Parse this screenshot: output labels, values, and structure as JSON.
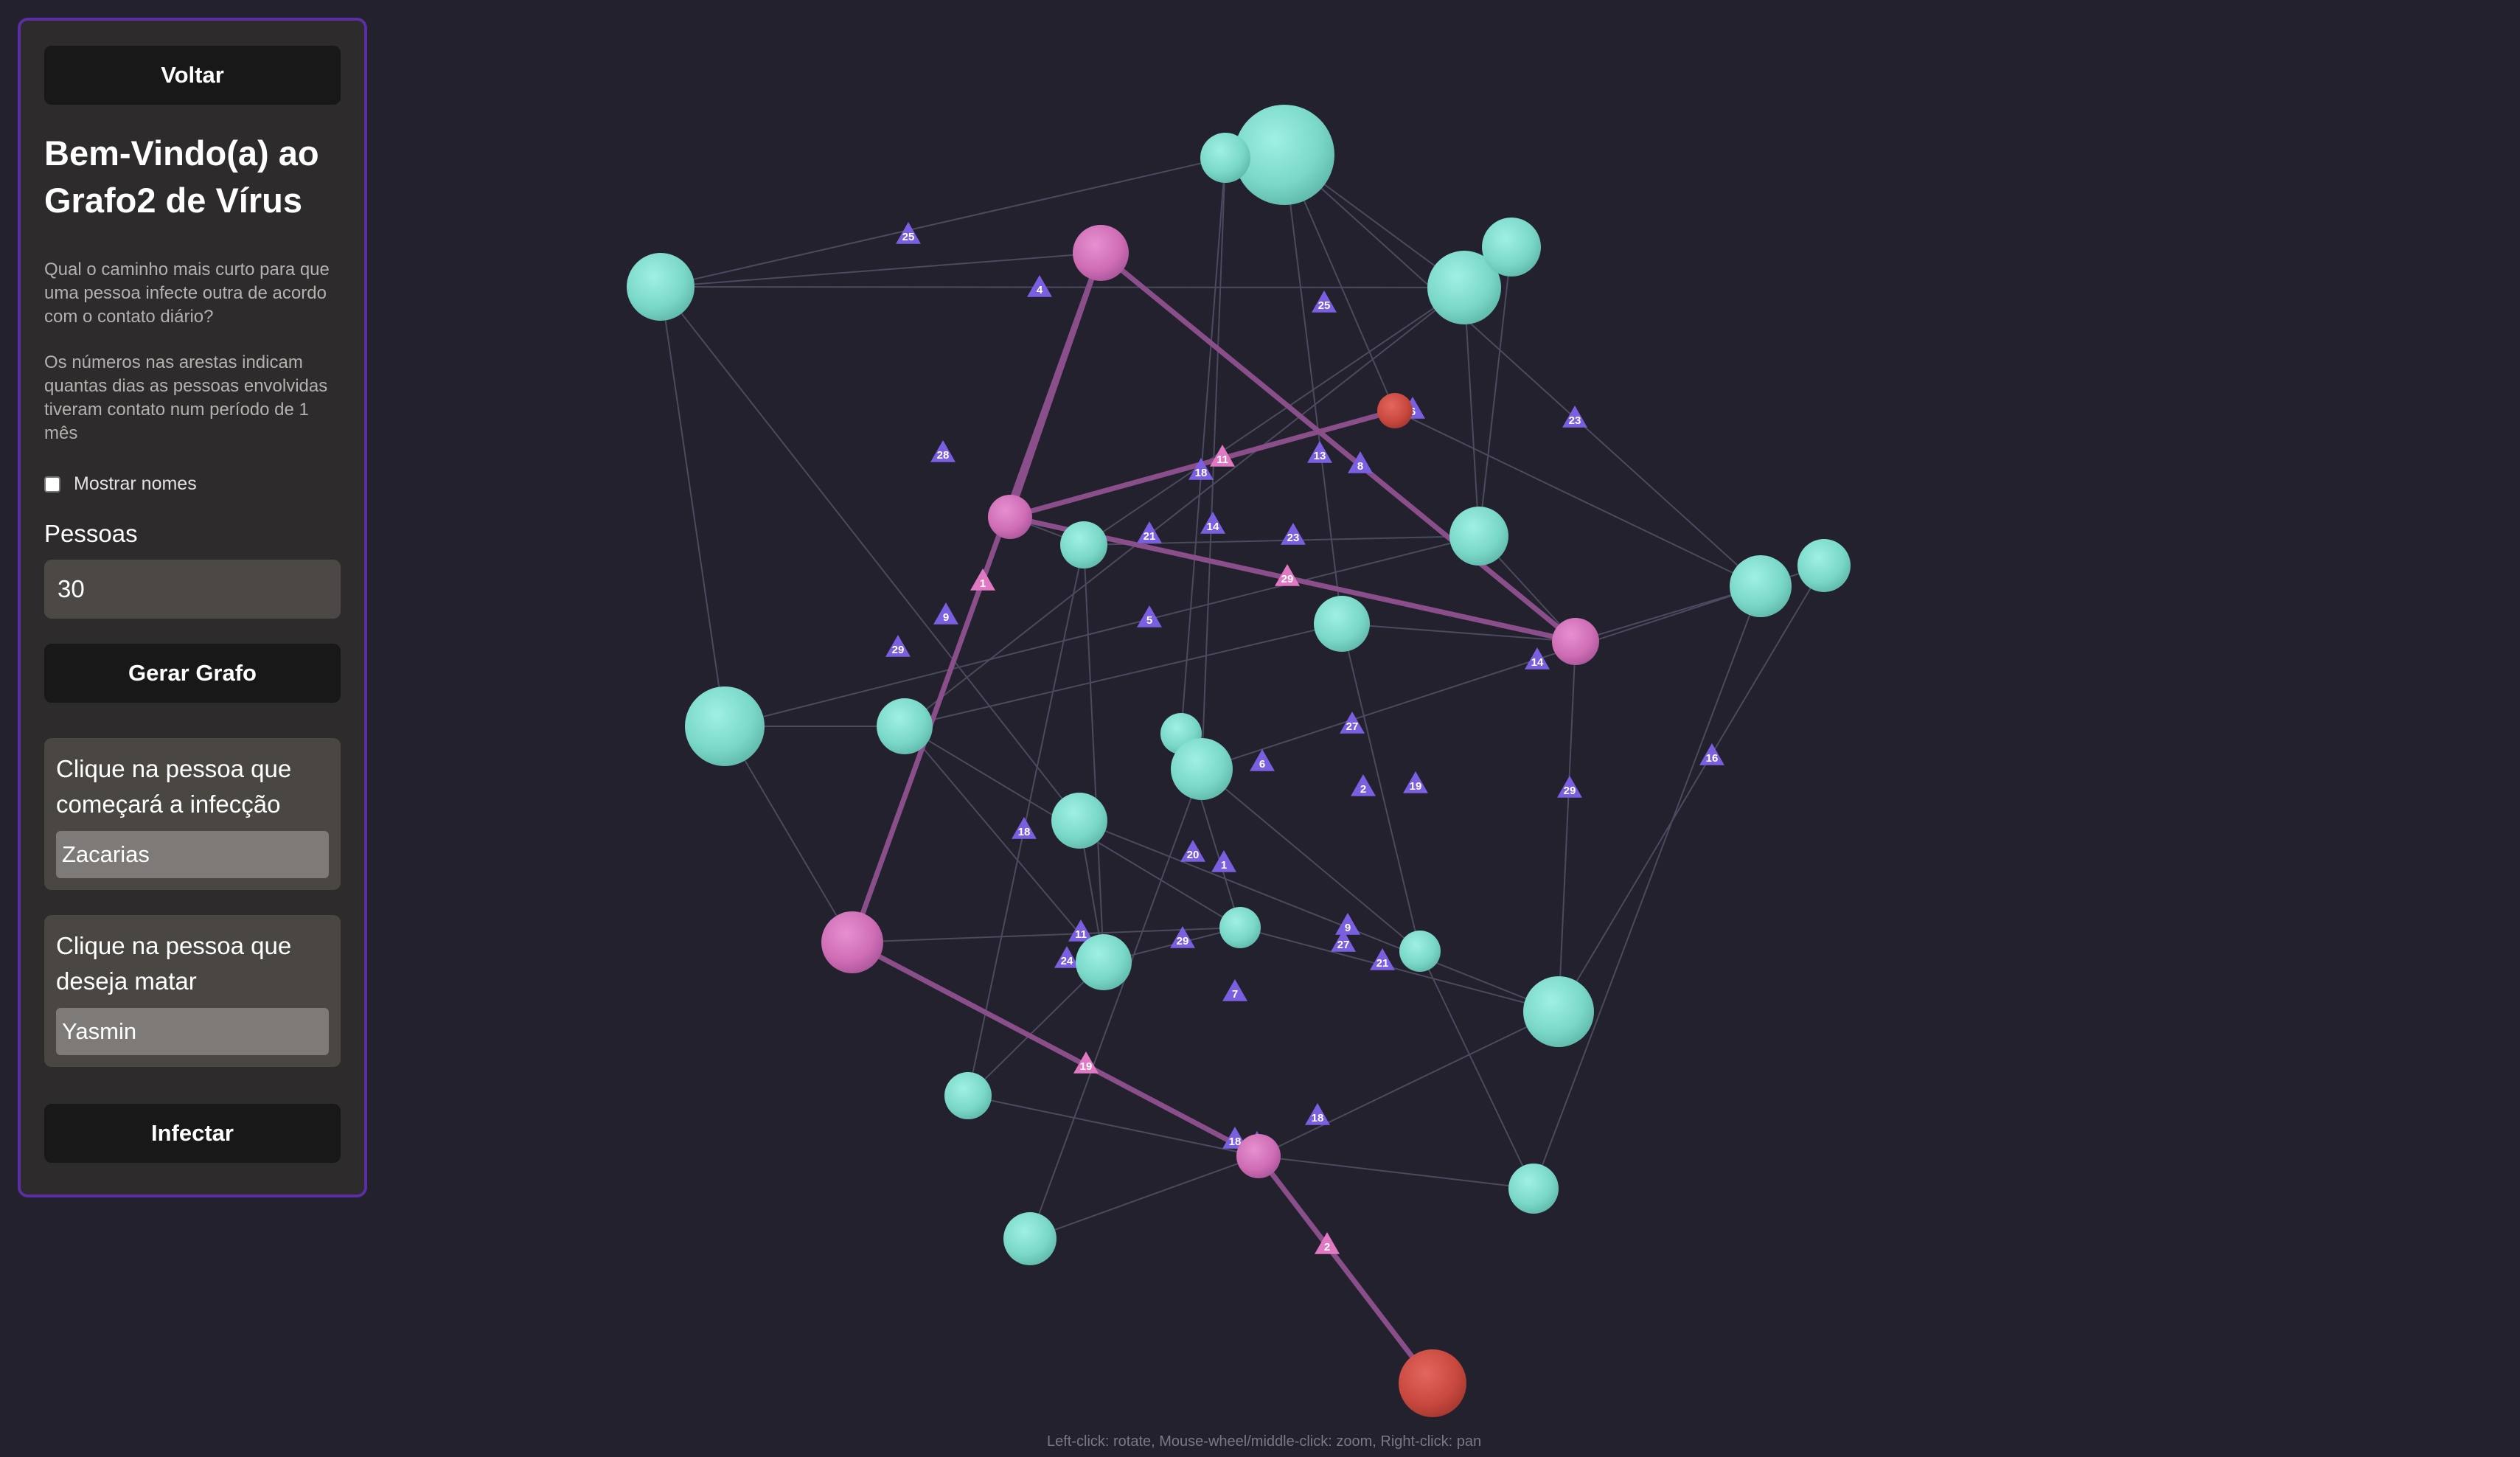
{
  "panel": {
    "back_label": "Voltar",
    "title": "Bem-Vindo(a) ao Grafo2 de Vírus",
    "question": "Qual o caminho mais curto para que uma pessoa infecte outra de acordo com o contato diário?",
    "note": "Os números nas arestas indicam quantas dias as pessoas envolvidas tiveram contato num período de 1 mês",
    "show_names_label": "Mostrar nomes",
    "people_label": "Pessoas",
    "people_value": "30",
    "generate_label": "Gerar Grafo",
    "start_prompt": "Clique na pessoa que começará a infecção",
    "start_value": "Zacarias",
    "target_prompt": "Clique na pessoa que deseja matar",
    "target_value": "Yasmin",
    "infect_label": "Infectar"
  },
  "hint": "Left-click: rotate, Mouse-wheel/middle-click: zoom, Right-click: pan",
  "colors": {
    "node": "#7ad8c8",
    "path_node": "#cf6db5",
    "endpoint": "#c9483f",
    "edge": "#4b4a5e",
    "path_edge": "#8a4f8a",
    "edge_label": "#7a5fe0",
    "path_label": "#e078c3"
  },
  "graph": {
    "path_nodes": [
      "A",
      "C",
      "D",
      "E",
      "F",
      "H"
    ],
    "endpoints": [
      "B",
      "I"
    ],
    "edge_labels": [
      {
        "text": "25"
      },
      {
        "text": "4"
      },
      {
        "text": "25"
      },
      {
        "text": "28"
      },
      {
        "text": "6"
      },
      {
        "text": "23"
      },
      {
        "text": "11"
      },
      {
        "text": "18"
      },
      {
        "text": "13"
      },
      {
        "text": "8"
      },
      {
        "text": "21"
      },
      {
        "text": "14"
      },
      {
        "text": "23"
      },
      {
        "text": "1"
      },
      {
        "text": "29"
      },
      {
        "text": "9"
      },
      {
        "text": "5"
      },
      {
        "text": "29"
      },
      {
        "text": "14"
      },
      {
        "text": "27"
      },
      {
        "text": "6"
      },
      {
        "text": "2"
      },
      {
        "text": "19"
      },
      {
        "text": "29"
      },
      {
        "text": "16"
      },
      {
        "text": "18"
      },
      {
        "text": "20"
      },
      {
        "text": "1"
      },
      {
        "text": "11"
      },
      {
        "text": "24"
      },
      {
        "text": "29"
      },
      {
        "text": "9"
      },
      {
        "text": "27"
      },
      {
        "text": "21"
      },
      {
        "text": "7"
      },
      {
        "text": "19"
      },
      {
        "text": "18"
      },
      {
        "text": "18"
      },
      {
        "text": "27"
      },
      {
        "text": "2"
      }
    ]
  }
}
